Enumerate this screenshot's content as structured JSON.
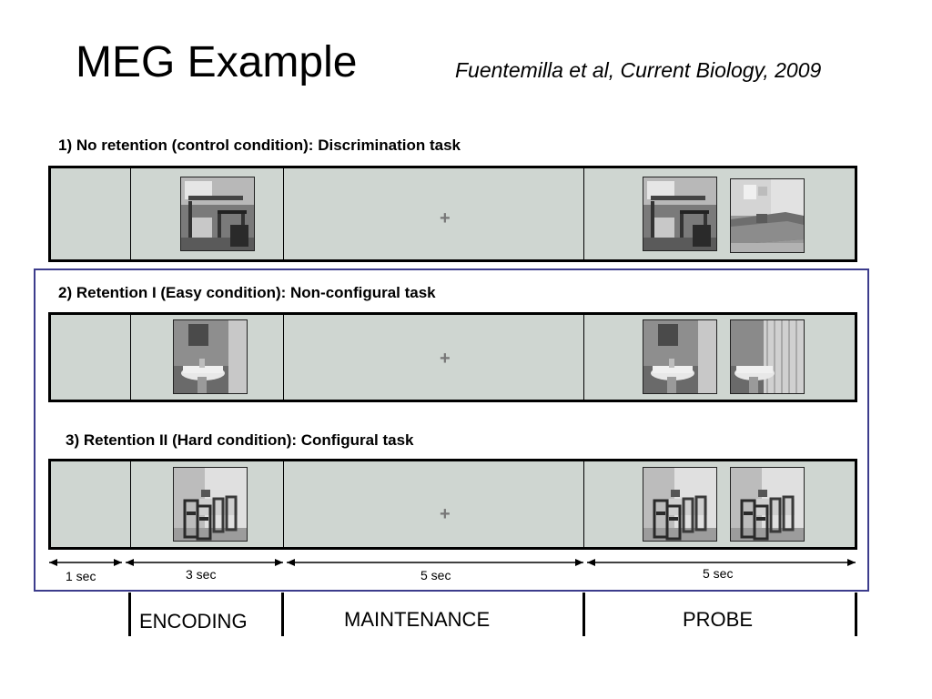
{
  "slide": {
    "title": "MEG Example",
    "citation": "Fuentemilla et al, Current Biology, 2009",
    "conditions": [
      {
        "label": "1) No retention (control condition): Discrimination task"
      },
      {
        "label": "2) Retention I (Easy condition): Non-configural task"
      },
      {
        "label": "3) Retention II (Hard condition): Configural task"
      }
    ]
  },
  "fixation": [
    "+",
    "+",
    "+"
  ],
  "timeline": {
    "durations": [
      "1 sec",
      "3 sec",
      "5 sec",
      "5 sec"
    ]
  },
  "phases": {
    "encoding": "ENCODING",
    "maintenance": "MAINTENANCE",
    "probe": "PROBE"
  },
  "images": {
    "condition_1": {
      "encoding": "bedroom-photo",
      "probe": [
        "bedroom-photo",
        "sofa-living-room-photo"
      ]
    },
    "condition_2": {
      "encoding": "bathroom-sink-photo",
      "probe": [
        "bathroom-sink-photo",
        "bathroom-sink-curtain-photo"
      ]
    },
    "condition_3": {
      "encoding": "dining-chairs-photo",
      "probe": [
        "dining-chairs-photo",
        "dining-chairs-photo"
      ]
    }
  },
  "colors": {
    "trial_background": "#cfd6d1",
    "frame_border": "#3c3c8c"
  }
}
